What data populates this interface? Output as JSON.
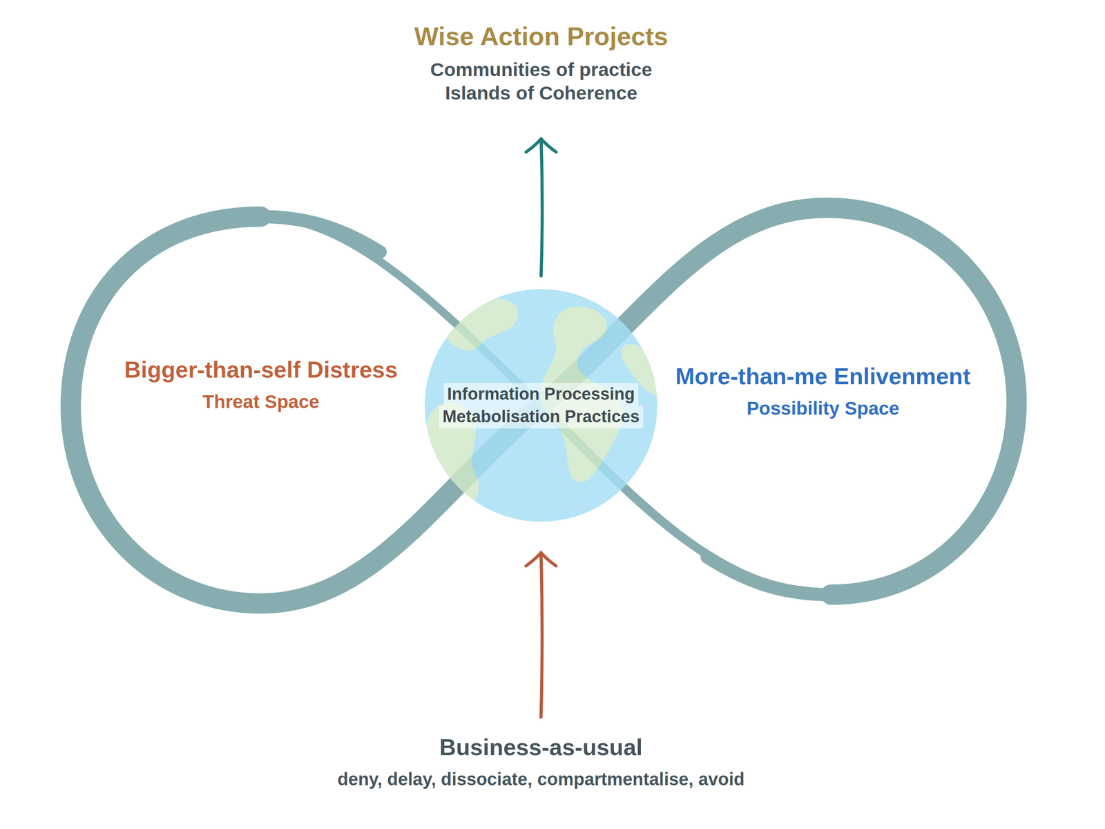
{
  "diagram": {
    "nodes": [
      {
        "text": [
          "Wise Action Projects",
          "Communities of practice",
          "Islands of Coherence"
        ]
      },
      {
        "text": [
          "Bigger-than-self Distress",
          "Threat Space"
        ]
      },
      {
        "text": [
          "Information Processing",
          "Metabolisation Practices"
        ]
      },
      {
        "text": [
          "More-than-me Enlivenment",
          "Possibility Space"
        ]
      },
      {
        "text": [
          "Business-as-usual",
          "deny, delay, dissociate, compartmentalise, avoid"
        ]
      }
    ],
    "edges": [
      {
        "from": 2,
        "to": 0,
        "arrow": "to"
      },
      {
        "from": 4,
        "to": 2,
        "arrow": "to"
      }
    ]
  }
}
